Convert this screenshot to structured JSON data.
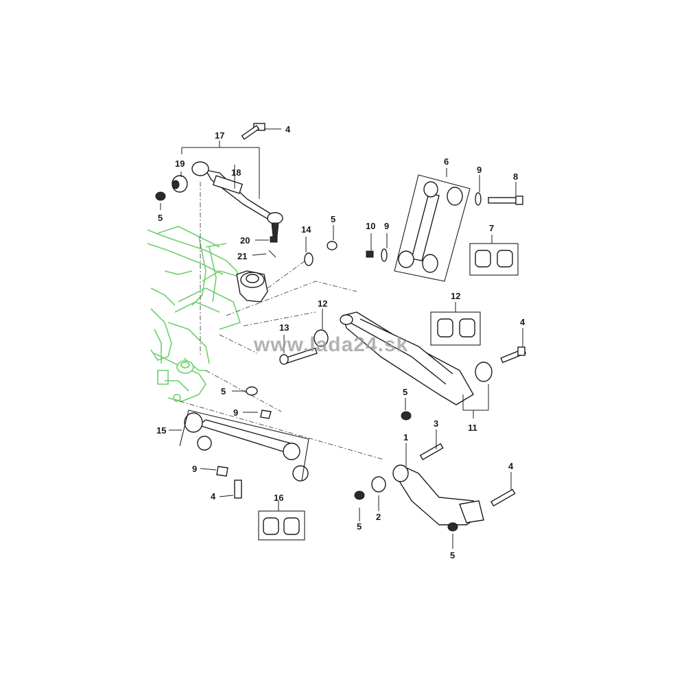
{
  "watermark": "www.lada24.sk",
  "colors": {
    "frame": "#6ccf6c",
    "ink": "#1a1a1a",
    "watermark": "#9a9a9a"
  },
  "callouts": {
    "c17": "17",
    "c4a": "4",
    "c19": "19",
    "c18": "18",
    "c5a": "5",
    "c20": "20",
    "c21": "21",
    "c14": "14",
    "c5b": "5",
    "c6": "6",
    "c9a": "9",
    "c8": "8",
    "c10": "10",
    "c9b": "9",
    "c7": "7",
    "c12a": "12",
    "c12b": "12",
    "c13": "13",
    "c4b": "4",
    "c5c": "5",
    "c11": "11",
    "c5d": "5",
    "c9c": "9",
    "c15": "15",
    "c9d": "9",
    "c4c": "4",
    "c16": "16",
    "c1": "1",
    "c3": "3",
    "c4d": "4",
    "c5e": "5",
    "c2": "2",
    "c5f": "5"
  }
}
